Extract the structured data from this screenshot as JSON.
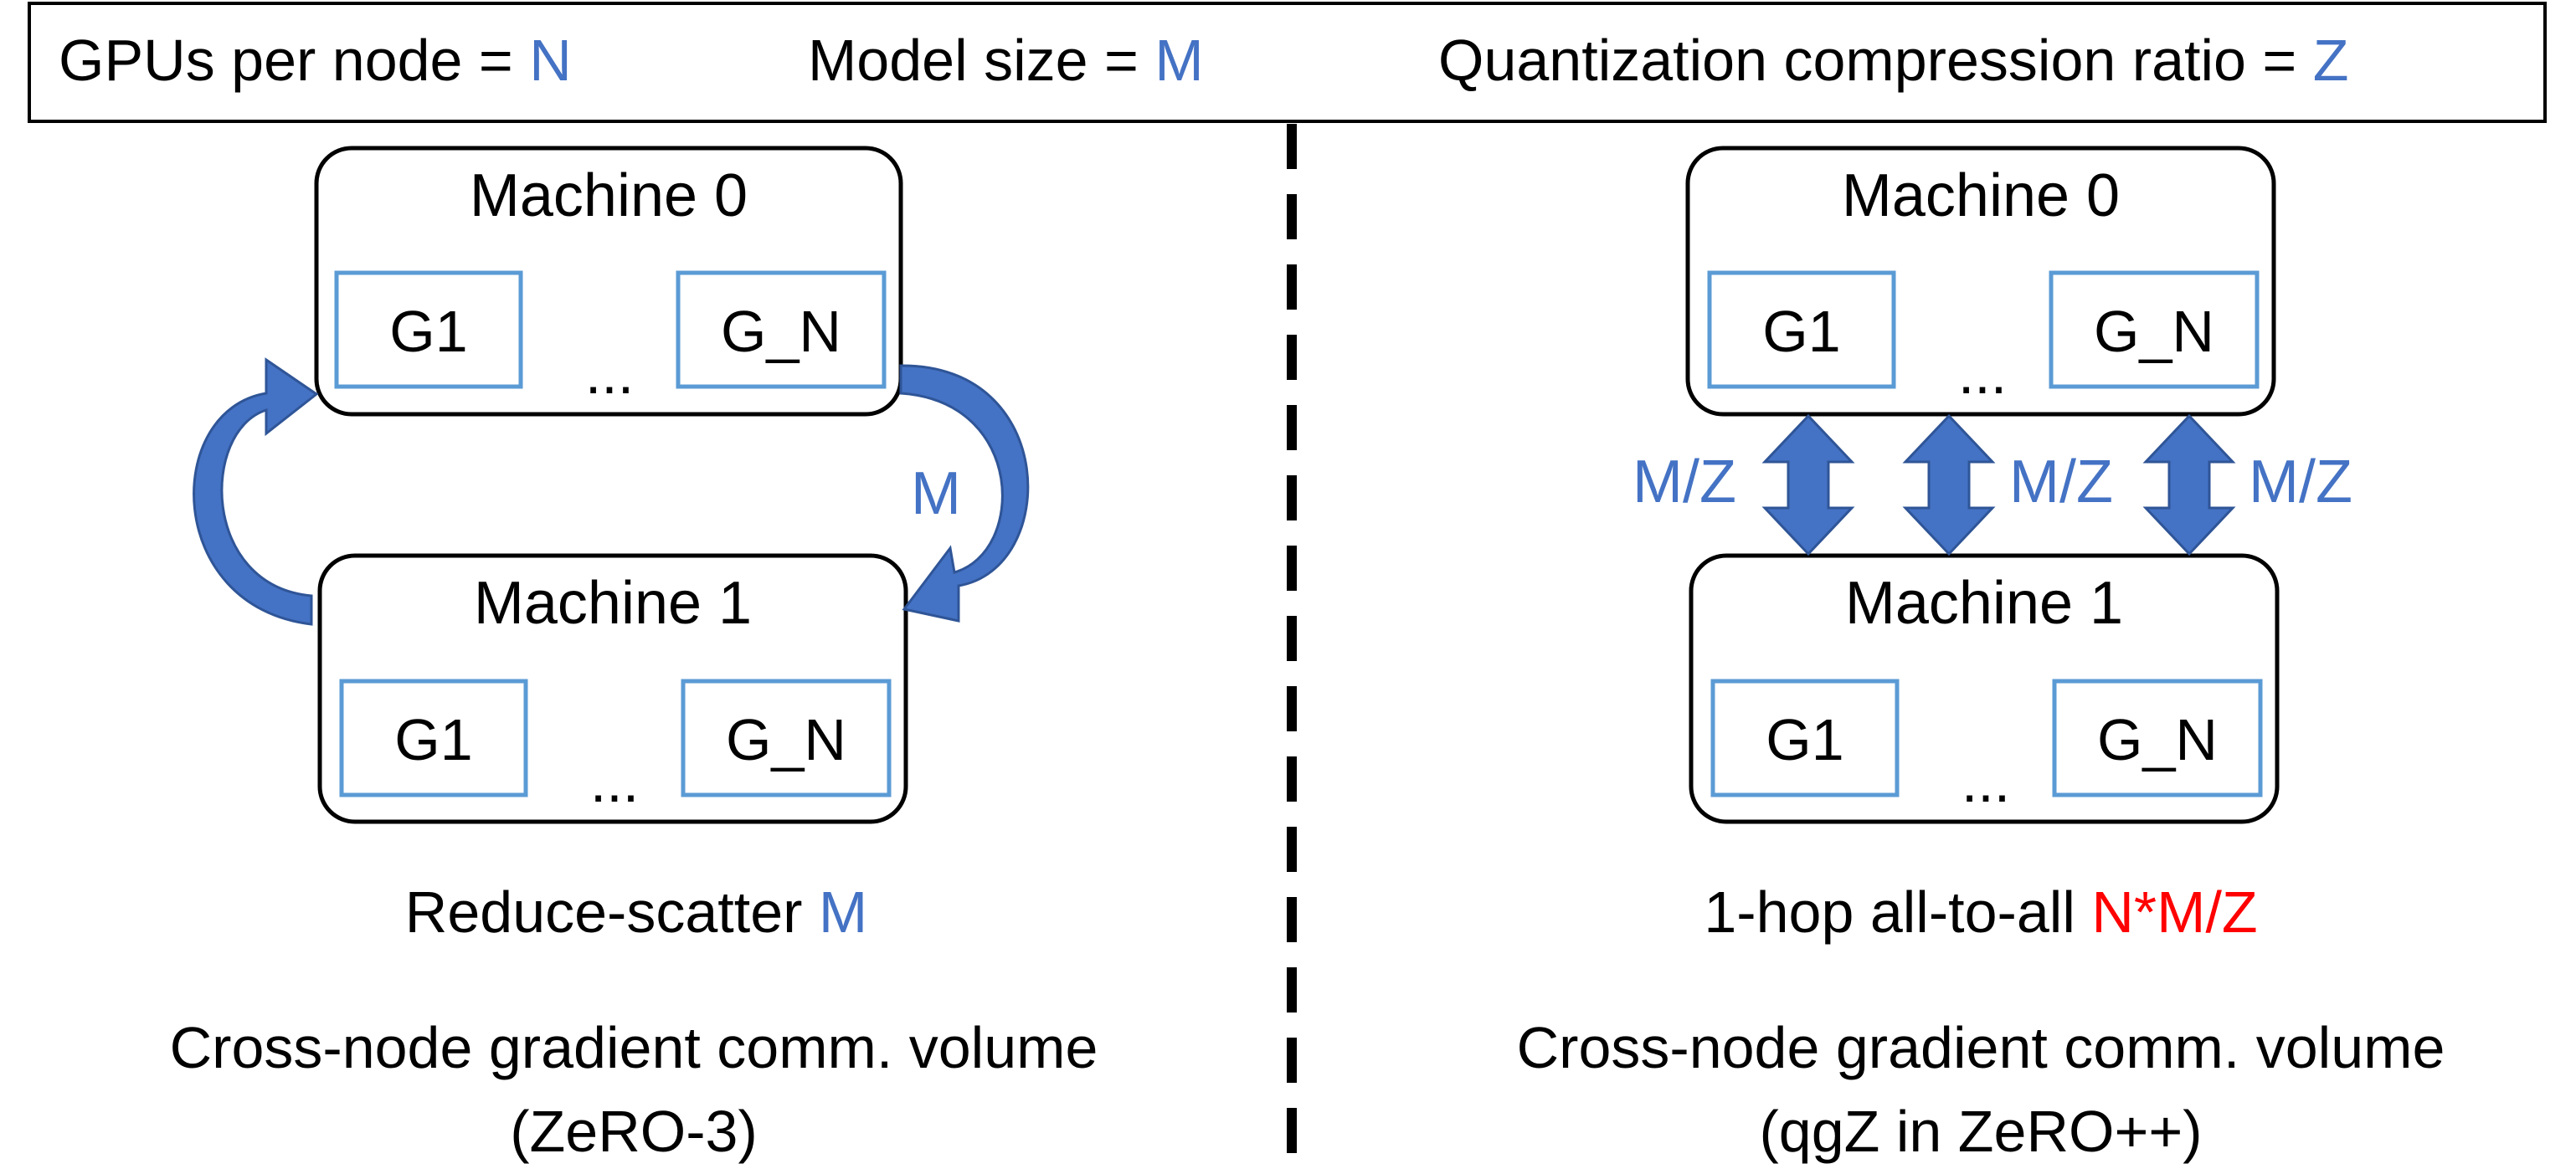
{
  "colors": {
    "accent_text": "#4472C4",
    "arrow_fill": "#4472C4",
    "arrow_dark": "#2F5597",
    "gpu_border": "#5B9BD5",
    "highlight_red": "#FF0000",
    "text": "#000000"
  },
  "legend": {
    "gpus_prefix": "GPUs per node = ",
    "gpus_var": "N",
    "model_prefix": "Model size = ",
    "model_var": "M",
    "quant_prefix": "Quantization compression ratio = ",
    "quant_var": "Z"
  },
  "left": {
    "machine0": {
      "title": "Machine 0",
      "gpu_first": "G1",
      "gpu_last": "G_N",
      "ellipsis": "..."
    },
    "machine1": {
      "title": "Machine 1",
      "gpu_first": "G1",
      "gpu_last": "G_N",
      "ellipsis": "..."
    },
    "arrow_label": "M",
    "op_prefix": "Reduce-scatter ",
    "op_value": "M",
    "caption_line1": "Cross-node gradient comm. volume",
    "caption_line2": "(ZeRO-3)"
  },
  "right": {
    "machine0": {
      "title": "Machine 0",
      "gpu_first": "G1",
      "gpu_last": "G_N",
      "ellipsis": "..."
    },
    "machine1": {
      "title": "Machine 1",
      "gpu_first": "G1",
      "gpu_last": "G_N",
      "ellipsis": "..."
    },
    "link_labels": [
      "M/Z",
      "M/Z",
      "M/Z"
    ],
    "op_prefix": "1-hop all-to-all ",
    "op_value": "N*M/Z",
    "caption_line1": "Cross-node gradient comm. volume",
    "caption_line2": "(qgZ in ZeRO++)"
  }
}
